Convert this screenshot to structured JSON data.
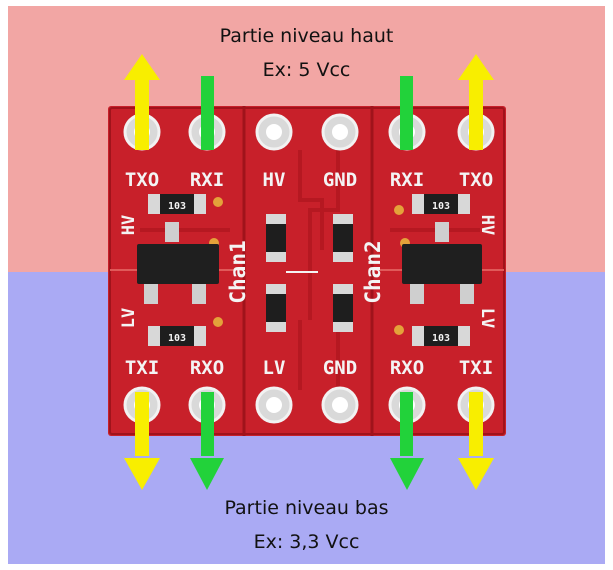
{
  "top_caption": {
    "title": "Partie niveau haut",
    "subtitle": "Ex: 5 Vcc"
  },
  "bottom_caption": {
    "title": "Partie niveau bas",
    "subtitle": "Ex: 3,3 Vcc"
  },
  "board": {
    "top_pins": [
      "TXO",
      "RXI",
      "HV",
      "GND",
      "RXI",
      "TXO"
    ],
    "bottom_pins": [
      "TXI",
      "RXO",
      "LV",
      "GND",
      "RXO",
      "TXI"
    ],
    "channel_labels": [
      "Chan1",
      "Chan2"
    ],
    "side_labels_high": [
      "HV",
      "HV"
    ],
    "side_labels_low": [
      "LV",
      "LV"
    ],
    "resistor_code": "103"
  },
  "colors": {
    "high_zone": "#f2a6a4",
    "low_zone": "#aaaaf4",
    "pcb": "#c8202a",
    "pcb_dark": "#a0131b",
    "arrow_yellow": "#f8ee00",
    "arrow_green": "#22d23a"
  }
}
